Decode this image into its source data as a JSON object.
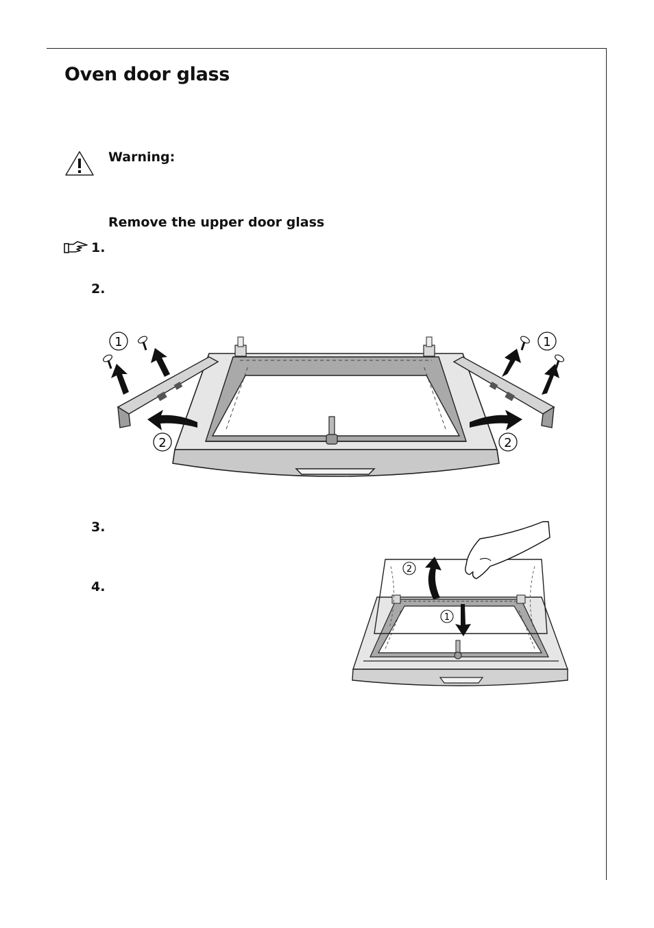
{
  "page": {
    "title": "Oven door glass",
    "warning_label": "Warning:",
    "section_heading": "Remove the upper door glass"
  },
  "icons": {
    "warning": "warning-triangle-icon",
    "pointer": "pointing-hand-icon"
  },
  "steps": [
    {
      "number": "1."
    },
    {
      "number": "2."
    },
    {
      "number": "3."
    },
    {
      "number": "4."
    }
  ],
  "figure1": {
    "callouts": [
      "1",
      "2",
      "1",
      "2"
    ]
  },
  "figure2": {
    "callouts": [
      "1",
      "2"
    ]
  }
}
